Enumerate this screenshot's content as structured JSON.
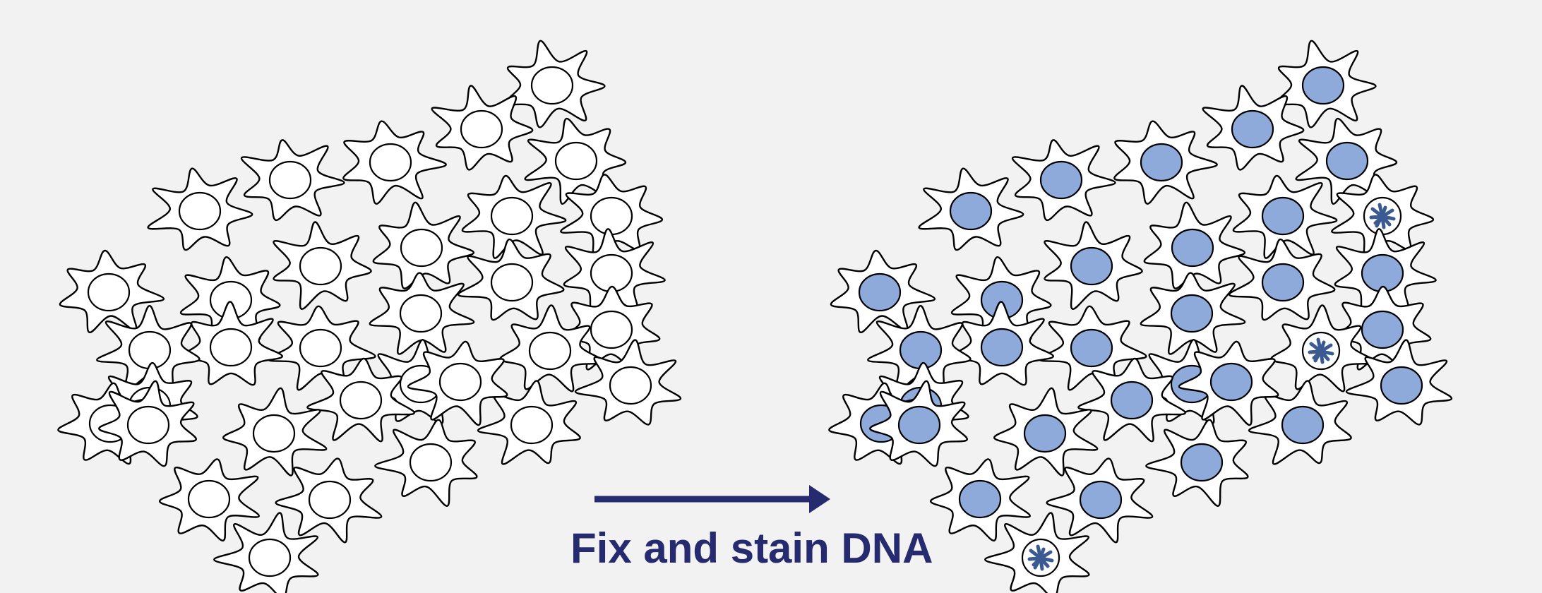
{
  "caption": "Fix and stain DNA",
  "colors": {
    "background": "#f2f2f2",
    "cell_fill": "#ffffff",
    "outline": "#000000",
    "stained_nucleus": "#8eaadb",
    "chromosome": "#3b5a92",
    "arrow": "#262a6e"
  },
  "panels": [
    {
      "name": "unstained-cell-layer",
      "stain": "none",
      "cell_count": 33
    },
    {
      "name": "stained-cell-layer",
      "stain": "DNA",
      "cell_count": 33,
      "mitotic_cell_count": 3
    }
  ],
  "arrow": {
    "icon": "right-arrow-icon",
    "direction": "right"
  }
}
